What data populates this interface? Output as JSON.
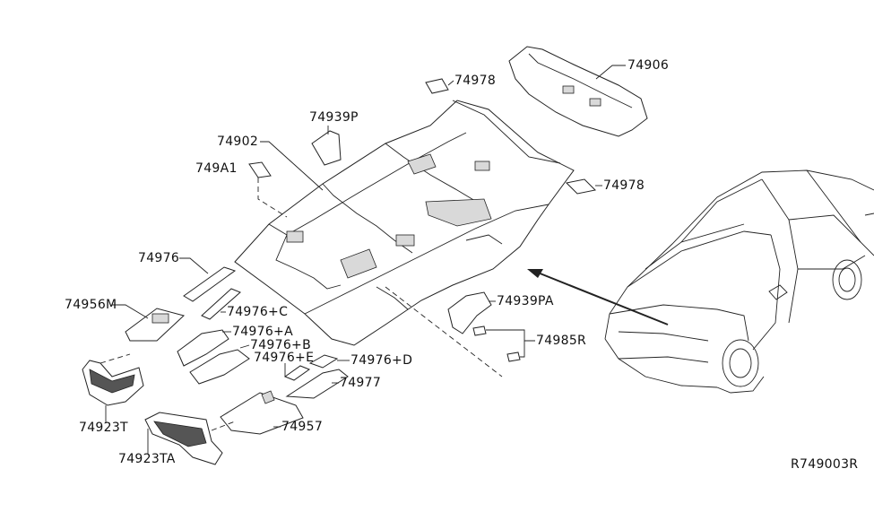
{
  "labels": {
    "p74978a": "74978",
    "p74906": "74906",
    "p74939p": "74939P",
    "p74902": "74902",
    "p749a1": "749A1",
    "p74978b": "74978",
    "p74976": "74976",
    "p74956m": "74956M",
    "p74976c": "74976+C",
    "p74939pa": "74939PA",
    "p74976a": "74976+A",
    "p74976b": "74976+B",
    "p74985r": "74985R",
    "p74976e": "74976+E",
    "p74976d": "74976+D",
    "p74977": "74977",
    "p74923t": "74923T",
    "p74957": "74957",
    "p74923ta": "74923TA"
  },
  "diagram_code": "R749003R"
}
